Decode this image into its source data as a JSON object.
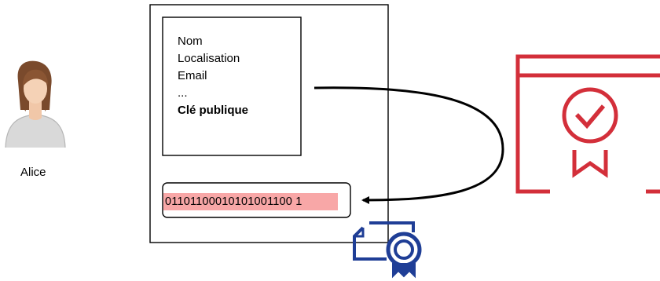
{
  "person": {
    "name": "Alice",
    "icon": "user-avatar-icon"
  },
  "certificate": {
    "fields": [
      {
        "text": "Nom",
        "bold": false
      },
      {
        "text": "Localisation",
        "bold": false
      },
      {
        "text": "Email",
        "bold": false
      },
      {
        "text": "...",
        "bold": false
      },
      {
        "text": "Clé publique",
        "bold": true
      }
    ],
    "signature": "01101100010101001100 1",
    "signature_highlight": "#f8a7a7"
  },
  "icons": {
    "signer": "certificate-window-icon",
    "badge": "certificate-badge-icon"
  },
  "colors": {
    "signer_red": "#d32f3a",
    "badge_blue": "#1f3e96"
  }
}
